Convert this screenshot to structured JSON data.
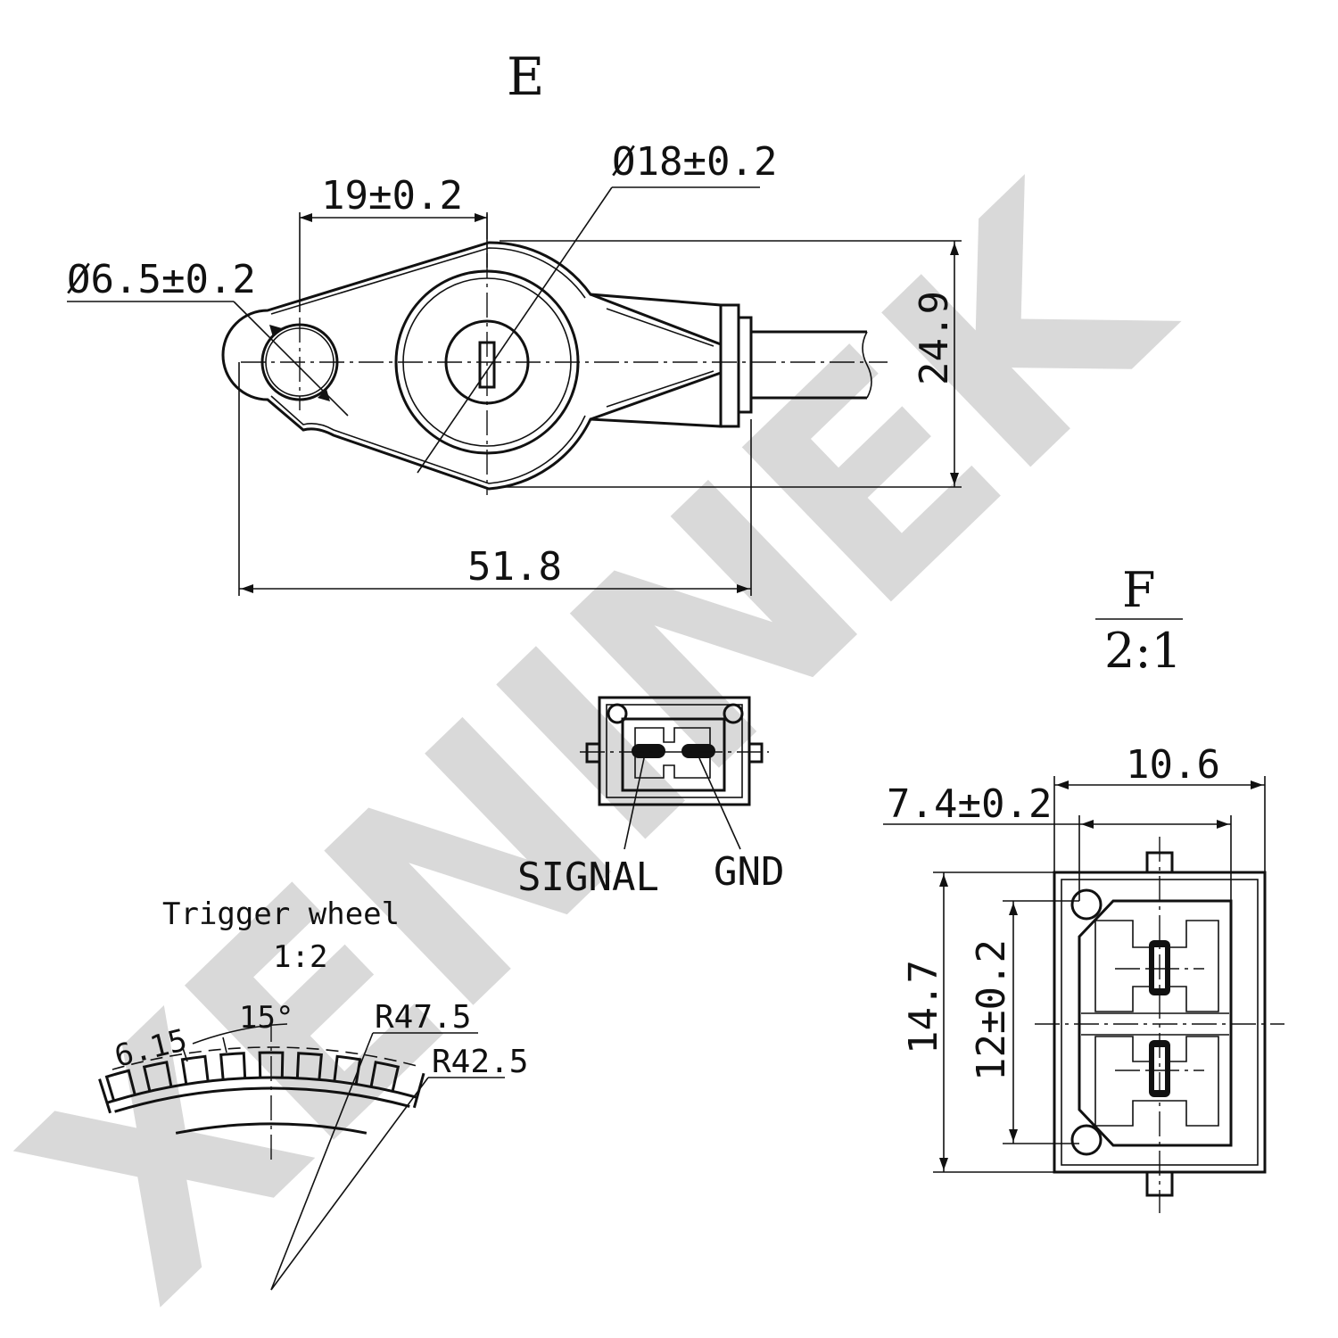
{
  "watermark": "XENINEK",
  "view_e": {
    "label": "E",
    "dim_hole": "Ø6.5±0.2",
    "dim_center": "19±0.2",
    "dim_body": "Ø18±0.2",
    "dim_height": "24.9",
    "dim_length": "51.8"
  },
  "connector": {
    "signal_label": "SIGNAL",
    "gnd_label": "GND"
  },
  "view_f": {
    "label": "F",
    "scale": "2:1",
    "dim_width": "10.6",
    "dim_inner": "7.4±0.2",
    "dim_height": "14.7",
    "dim_pitch": "12±0.2"
  },
  "trigger_wheel": {
    "title": "Trigger wheel",
    "scale": "1:2",
    "dim_tooth": "6.15",
    "dim_angle": "15°",
    "dim_outer_radius": "R47.5",
    "dim_inner_radius": "R42.5"
  },
  "colors": {
    "line": "#111111",
    "watermark": "#d9d9d9",
    "background": "#ffffff"
  }
}
